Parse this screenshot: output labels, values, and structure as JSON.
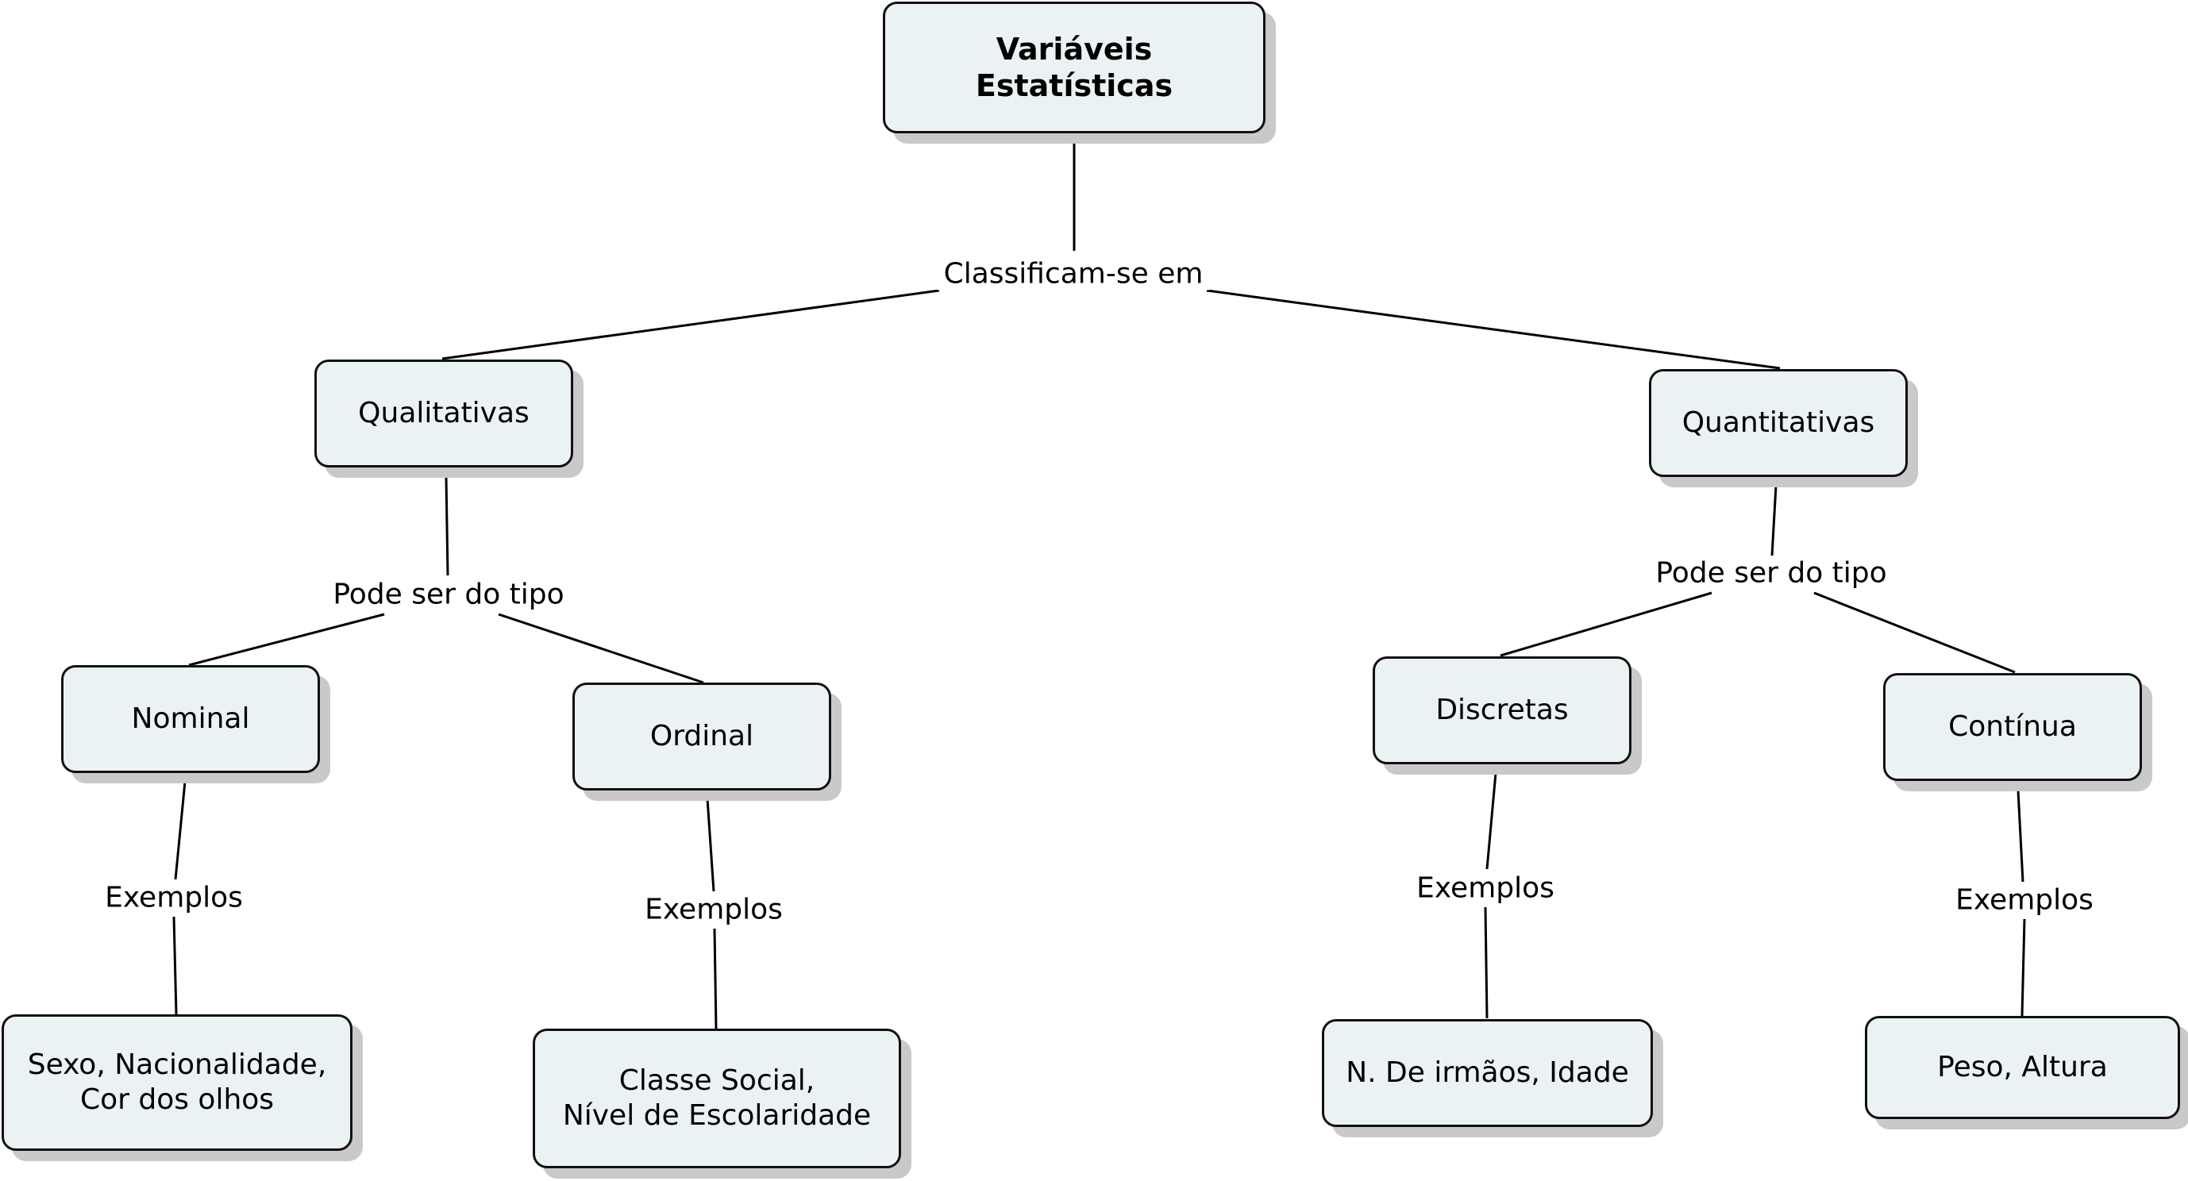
{
  "concept_map": {
    "root": "Variáveis Estatísticas",
    "root_link": "Classificam-se em",
    "qualitative": {
      "title": "Qualitativas",
      "link": "Pode ser do tipo",
      "nominal": {
        "title": "Nominal",
        "link": "Exemplos",
        "examples": "Sexo, Nacionalidade,\nCor dos olhos"
      },
      "ordinal": {
        "title": "Ordinal",
        "link": "Exemplos",
        "examples": "Classe Social,\nNível de Escolaridade"
      }
    },
    "quantitative": {
      "title": "Quantitativas",
      "link": "Pode ser do tipo",
      "discrete": {
        "title": "Discretas",
        "link": "Exemplos",
        "examples": "N. De irmãos, Idade"
      },
      "continuous": {
        "title": "Contínua",
        "link": "Exemplos",
        "examples": "Peso, Altura"
      }
    }
  }
}
